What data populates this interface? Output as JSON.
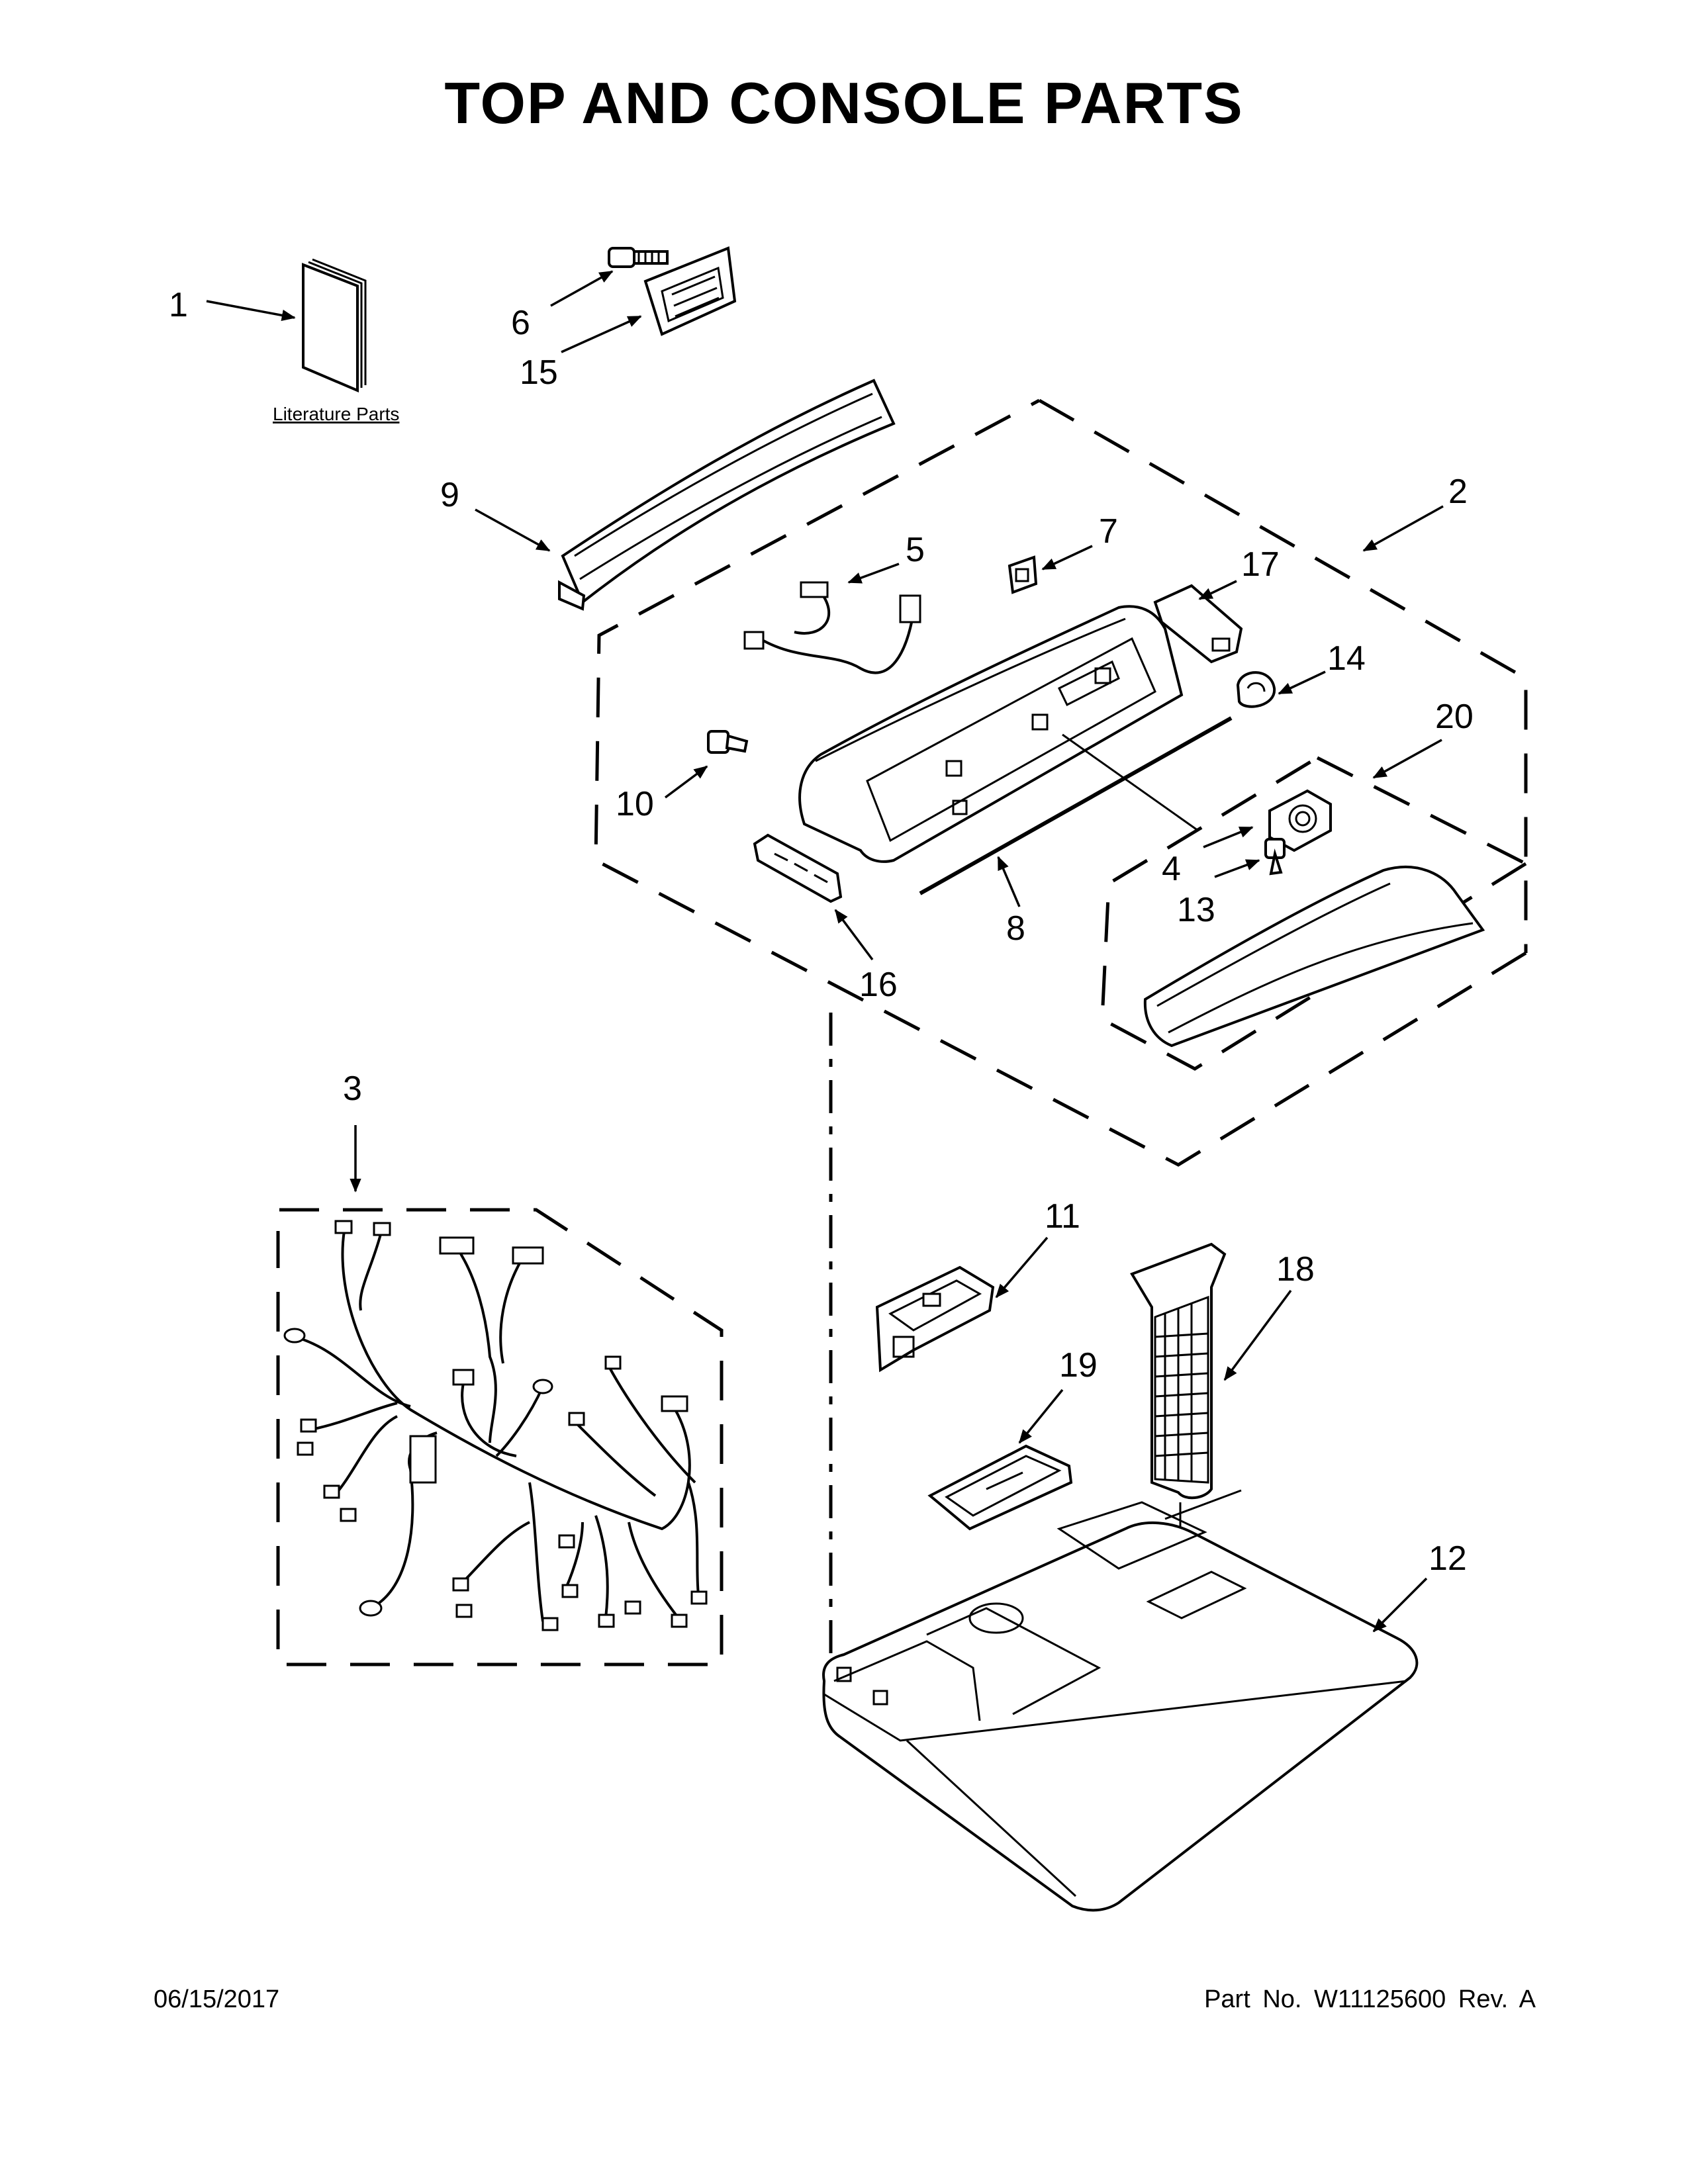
{
  "title": "TOP AND CONSOLE PARTS",
  "literature_label": "Literature Parts",
  "callouts": {
    "c1": "1",
    "c2": "2",
    "c3": "3",
    "c4": "4",
    "c5": "5",
    "c6": "6",
    "c7": "7",
    "c8": "8",
    "c9": "9",
    "c10": "10",
    "c11": "11",
    "c12": "12",
    "c13": "13",
    "c14": "14",
    "c15": "15",
    "c16": "16",
    "c17": "17",
    "c18": "18",
    "c19": "19",
    "c20": "20"
  },
  "footer": {
    "date": "06/15/2017",
    "part_number": "Part No.  W11125600  Rev.  A"
  }
}
